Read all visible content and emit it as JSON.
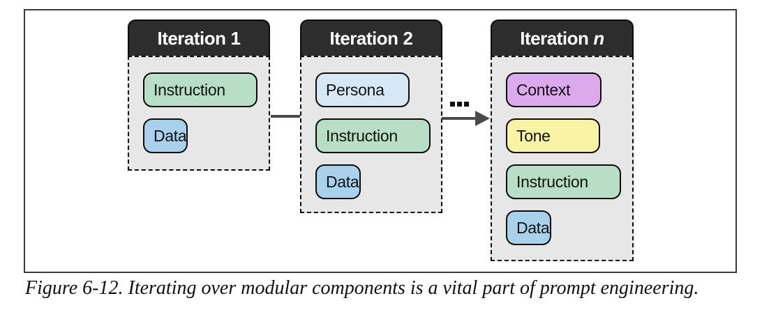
{
  "figure": {
    "caption": "Figure 6-12. Iterating over modular components is a vital part of prompt engineering."
  },
  "connector": {
    "ellipsis": "..."
  },
  "palette": {
    "header_bg": "#2d2d2d",
    "header_text": "#ffffff",
    "panel_bg": "#e7e7e7",
    "instruction_green": "#b8dfc5",
    "data_blue": "#a9d1ec",
    "persona_light_blue": "#d6e8f6",
    "context_purple": "#dcaaec",
    "tone_yellow": "#f9f3a6",
    "arrow_gray": "#4a4a4a"
  },
  "iterations": [
    {
      "title_prefix": "Iteration",
      "title_suffix": "1",
      "components": [
        {
          "label": "Instruction",
          "fill": "#b8dfc5"
        },
        {
          "label": "Data",
          "fill": "#a9d1ec"
        }
      ]
    },
    {
      "title_prefix": "Iteration",
      "title_suffix": "2",
      "components": [
        {
          "label": "Persona",
          "fill": "#d6e8f6"
        },
        {
          "label": "Instruction",
          "fill": "#b8dfc5"
        },
        {
          "label": "Data",
          "fill": "#a9d1ec"
        }
      ]
    },
    {
      "title_prefix": "Iteration",
      "title_suffix": "n",
      "components": [
        {
          "label": "Context",
          "fill": "#dcaaec"
        },
        {
          "label": "Tone",
          "fill": "#f9f3a6"
        },
        {
          "label": "Instruction",
          "fill": "#b8dfc5"
        },
        {
          "label": "Data",
          "fill": "#a9d1ec"
        }
      ]
    }
  ]
}
